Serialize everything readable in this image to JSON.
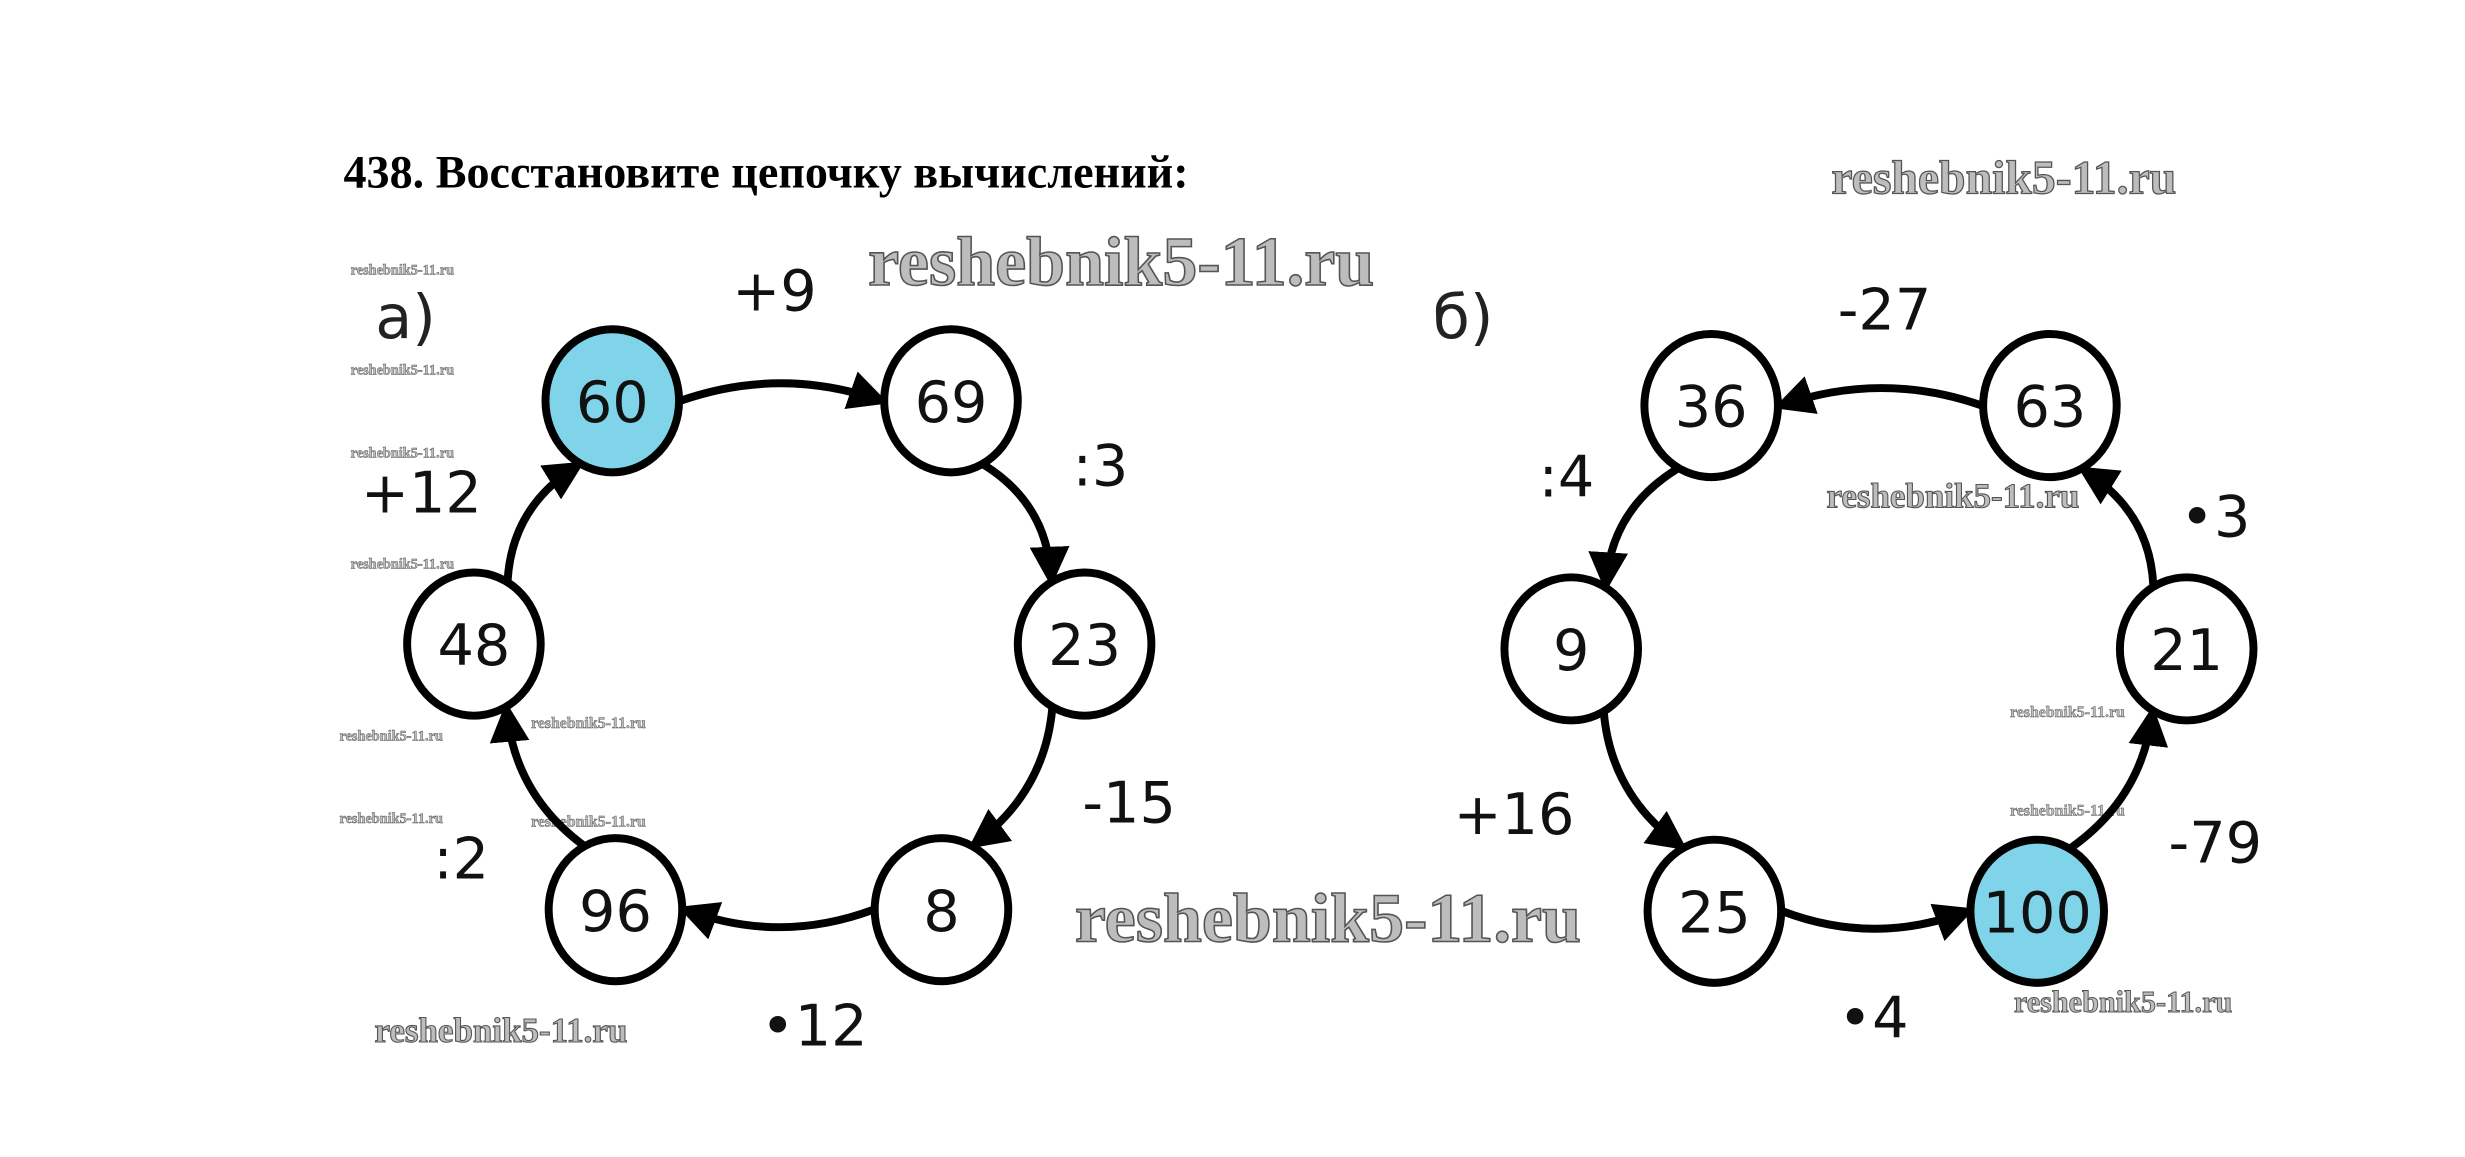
{
  "title": "438. Восстановите цепочку вычислений:",
  "watermark": "reshebnik5-11.ru",
  "highlight_color": "#7fd4ea",
  "parts": [
    {
      "label": "а)",
      "nodes": [
        "60",
        "69",
        "23",
        "8",
        "96",
        "48"
      ],
      "highlighted": [
        0
      ],
      "operations": [
        "+9",
        ":3",
        "-15",
        "•12",
        ":2",
        "+12"
      ],
      "edges": [
        [
          0,
          1
        ],
        [
          1,
          2
        ],
        [
          2,
          3
        ],
        [
          3,
          4
        ],
        [
          4,
          5
        ],
        [
          5,
          0
        ]
      ]
    },
    {
      "label": "б)",
      "nodes": [
        "36",
        "63",
        "21",
        "100",
        "25",
        "9"
      ],
      "highlighted": [
        3
      ],
      "operations": [
        "-27",
        "•3",
        "-79",
        "•4",
        "+16",
        ":4"
      ],
      "edges": [
        [
          1,
          0
        ],
        [
          2,
          1
        ],
        [
          3,
          2
        ],
        [
          4,
          3
        ],
        [
          5,
          4
        ],
        [
          0,
          5
        ]
      ]
    }
  ]
}
